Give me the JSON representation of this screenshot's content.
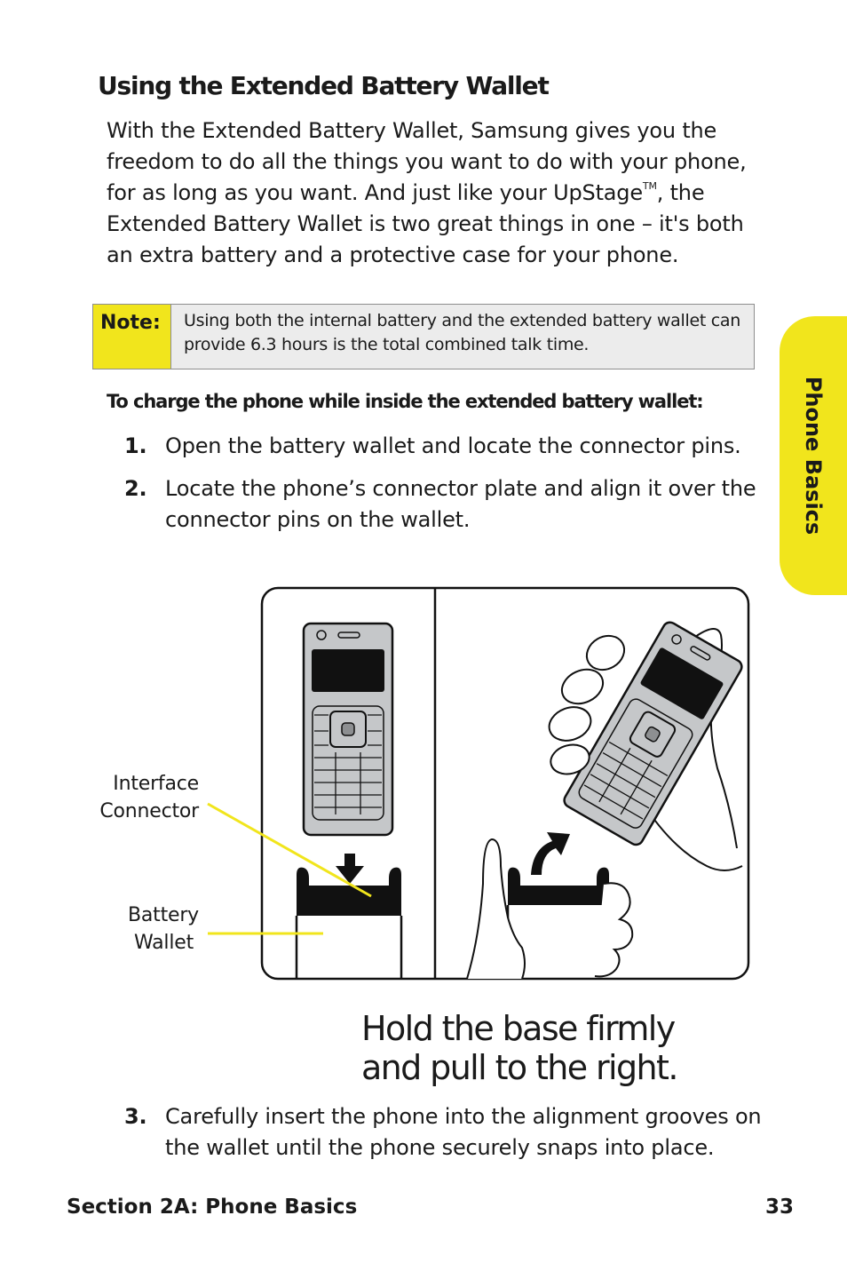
{
  "heading": "Using the Extended Battery Wallet",
  "intro": {
    "part1": "With the Extended Battery Wallet, Samsung gives you the freedom to do all the things you want to do with your phone, for as long as you want. And just like your UpStage",
    "tm": "TM",
    "part2": ", the Extended Battery Wallet is two great things in one – it's both an extra battery and a protective case for your phone."
  },
  "note": {
    "label": "Note:",
    "text": "Using both the internal battery and the extended battery wallet can provide 6.3 hours is the total combined talk time."
  },
  "subheading": "To charge the phone while inside the extended battery wallet:",
  "steps": [
    {
      "num": "1.",
      "text": "Open the battery wallet and locate the connector pins."
    },
    {
      "num": "2.",
      "text": "Locate the phone’s connector plate and align it over the connector pins on the wallet."
    },
    {
      "num": "3.",
      "text": "Carefully insert the phone into the alignment grooves on the wallet until the phone securely snaps into place."
    }
  ],
  "figure": {
    "callouts": {
      "interface_line1": "Interface",
      "interface_line2": "Connector",
      "wallet_line1": "Battery",
      "wallet_line2": "Wallet"
    },
    "caption_line1": "Hold the base firmly",
    "caption_line2": "and pull to the right."
  },
  "side_tab": "Phone Basics",
  "footer": {
    "section": "Section 2A: Phone Basics",
    "page": "33"
  },
  "colors": {
    "accent_yellow": "#f1e51c",
    "note_gray": "#ececec",
    "text": "#1a1a1a"
  }
}
